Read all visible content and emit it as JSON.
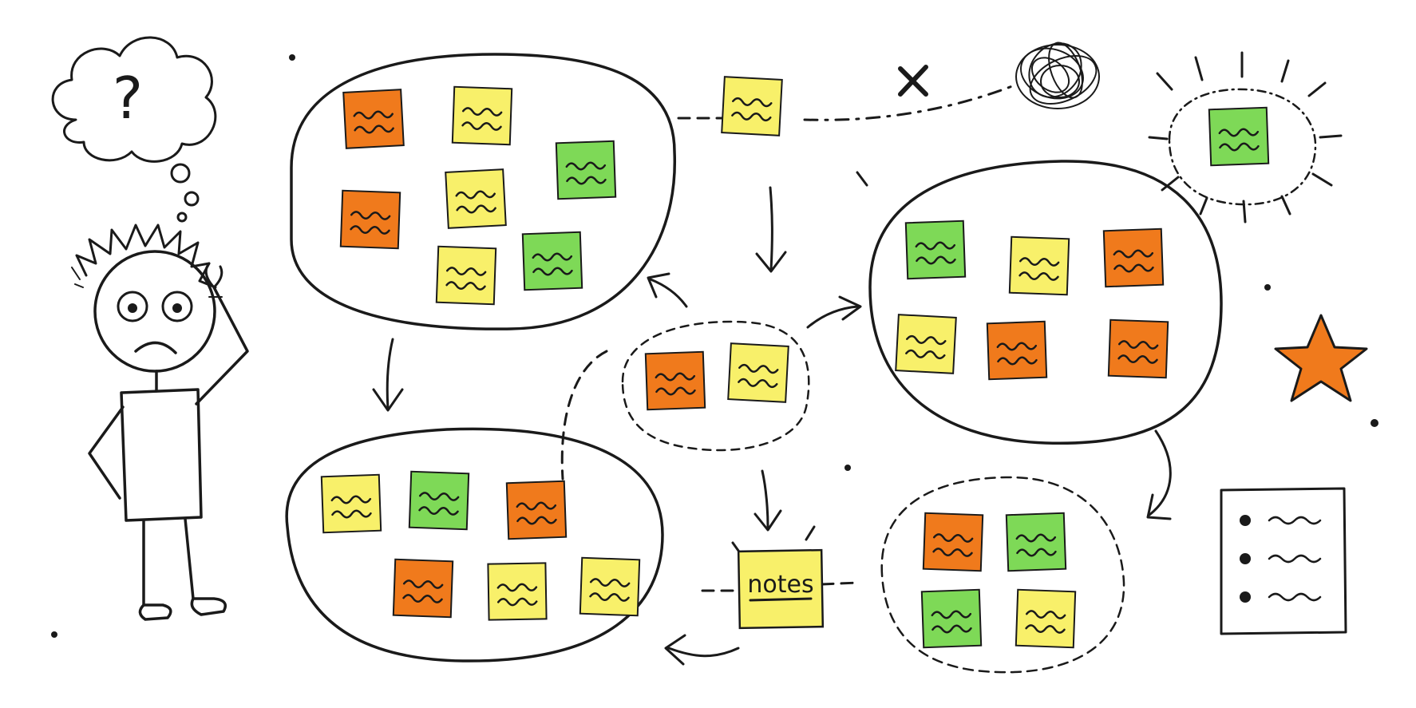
{
  "colors": {
    "orange": "#f07a1c",
    "yellow": "#f8f06a",
    "green": "#7ed957",
    "star": "#f07a1c",
    "ink": "#1a1a1a"
  },
  "labels": {
    "notes": "notes",
    "question_mark": "?"
  },
  "clusters": [
    {
      "id": "top-left",
      "notes": [
        "orange",
        "yellow",
        "green",
        "orange",
        "yellow",
        "yellow",
        "green"
      ]
    },
    {
      "id": "bottom-left",
      "notes": [
        "yellow",
        "green",
        "orange",
        "orange",
        "yellow",
        "yellow"
      ]
    },
    {
      "id": "center-small",
      "notes": [
        "orange",
        "yellow"
      ]
    },
    {
      "id": "right-large",
      "notes": [
        "green",
        "yellow",
        "orange",
        "yellow",
        "orange",
        "orange"
      ]
    },
    {
      "id": "bottom-right",
      "notes": [
        "orange",
        "green",
        "green",
        "yellow"
      ]
    }
  ],
  "standalone_notes": [
    {
      "id": "top-center",
      "color": "yellow"
    },
    {
      "id": "highlighted",
      "color": "green"
    },
    {
      "id": "notes-label",
      "color": "yellow"
    }
  ],
  "icons": [
    "question-thought-icon",
    "confused-person-icon",
    "cross-icon",
    "scribble-icon",
    "star-icon",
    "bullet-list-icon"
  ]
}
